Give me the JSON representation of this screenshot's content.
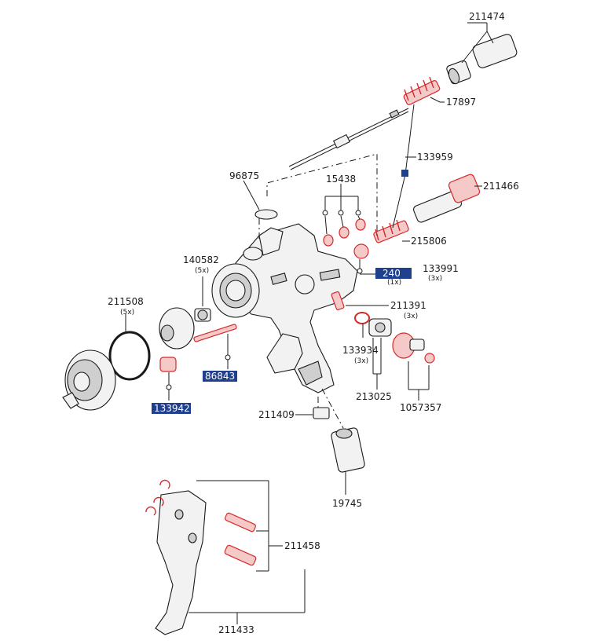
{
  "colors": {
    "highlight": "#1f3f8f",
    "replacement": "#d62a2a",
    "ink": "#1a1a1a"
  },
  "parts": {
    "p211474": "211474",
    "p17897": "17897",
    "p133959": "133959",
    "p211466": "211466",
    "p96875": "96875",
    "p15438": "15438",
    "p215806": "215806",
    "p140582": "140582",
    "p140582_qty": "(5x)",
    "p133991": "133991",
    "p133991_qty": "(3x)",
    "p240": "240",
    "p240_qty": "(1x)",
    "p211508": "211508",
    "p211508_qty": "(5x)",
    "p211391": "211391",
    "p211391_qty": "(3x)",
    "p133934": "133934",
    "p133934_qty": "(3x)",
    "p86843": "86843",
    "p133942": "133942",
    "p213025": "213025",
    "p1057357": "1057357",
    "p211409": "211409",
    "p19745": "19745",
    "p211458": "211458",
    "p211433": "211433"
  }
}
